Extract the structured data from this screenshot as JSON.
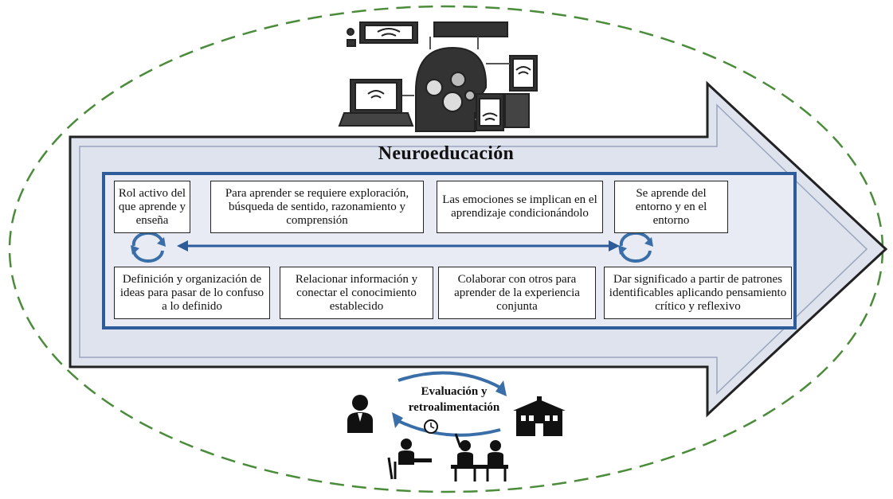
{
  "title": "Neuroeducación",
  "top_boxes": [
    "Rol activo del que aprende y enseña",
    "Para aprender se requiere exploración, búsqueda de sentido, razonamiento y comprensión",
    "Las emociones se implican en el aprendizaje condicionándolo",
    "Se aprende del entorno y en el entorno"
  ],
  "bottom_boxes": [
    "Definición y organización de ideas para pasar de lo confuso a lo definido",
    "Relacionar información y conectar el conocimiento establecido",
    "Colaborar con otros para aprender de la experiencia conjunta",
    "Dar significado a partir de patrones identificables aplicando pensamiento crítico y reflexivo"
  ],
  "evaluation": {
    "line1": "Evaluación y",
    "line2": "retroalimentación"
  },
  "colors": {
    "ellipse": "#4a8c3a",
    "arrow_fill": "#dfe3ee",
    "arrow_stroke": "#222222",
    "inner_stroke": "#2e5b9a",
    "cycle": "#3a6ea8"
  },
  "icons": [
    "technology-brain-devices-icon",
    "person-icon",
    "school-building-icon",
    "students-icon",
    "clock-icon"
  ]
}
